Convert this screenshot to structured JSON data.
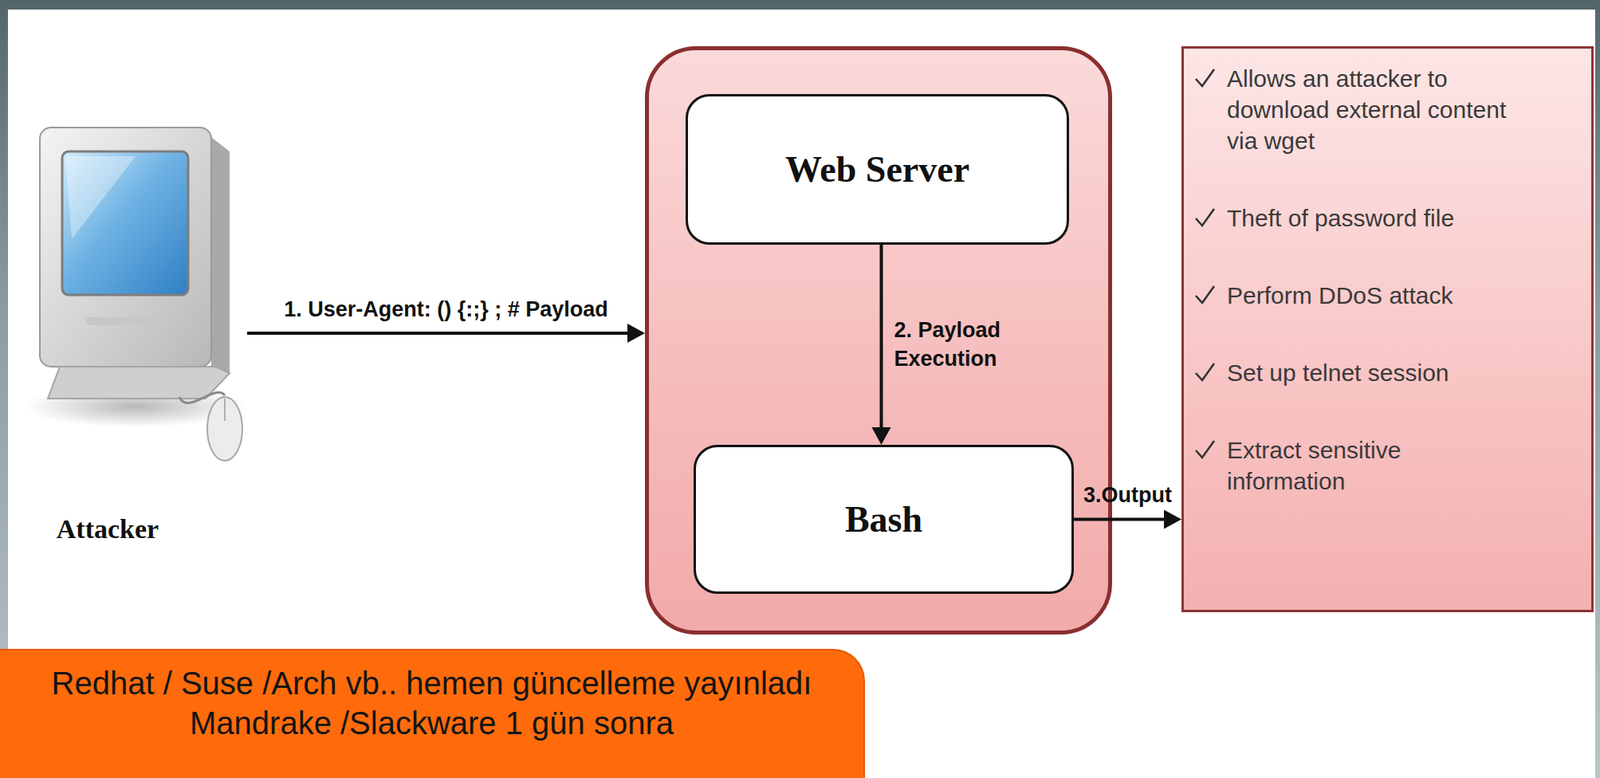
{
  "diagram": {
    "nodes": [
      {
        "text": [
          "Attacker"
        ]
      },
      {
        "text": []
      },
      {
        "text": [
          "Web Server"
        ],
        "in": 1
      },
      {
        "text": [
          "Bash"
        ],
        "in": 1
      },
      {
        "text": [
          "Allows an attacker to download external content via wget",
          "Theft of password file",
          "Perform DDoS attack",
          "Set up telnet session",
          "Extract sensitive information"
        ]
      },
      {
        "text": [
          "Redhat / Suse /Arch vb.. hemen güncelleme yayınladı Mandrake /Slackware 1 gün sonra"
        ]
      }
    ],
    "edges": [
      {
        "from": 0,
        "to": 1,
        "label": "1. User-Agent: () {:;} ; # Payload",
        "arrow": "to"
      },
      {
        "from": 2,
        "to": 3,
        "label": "2. Payload Execution",
        "arrow": "to"
      },
      {
        "from": 3,
        "to": 4,
        "label": "3.Output",
        "arrow": "to"
      }
    ]
  }
}
